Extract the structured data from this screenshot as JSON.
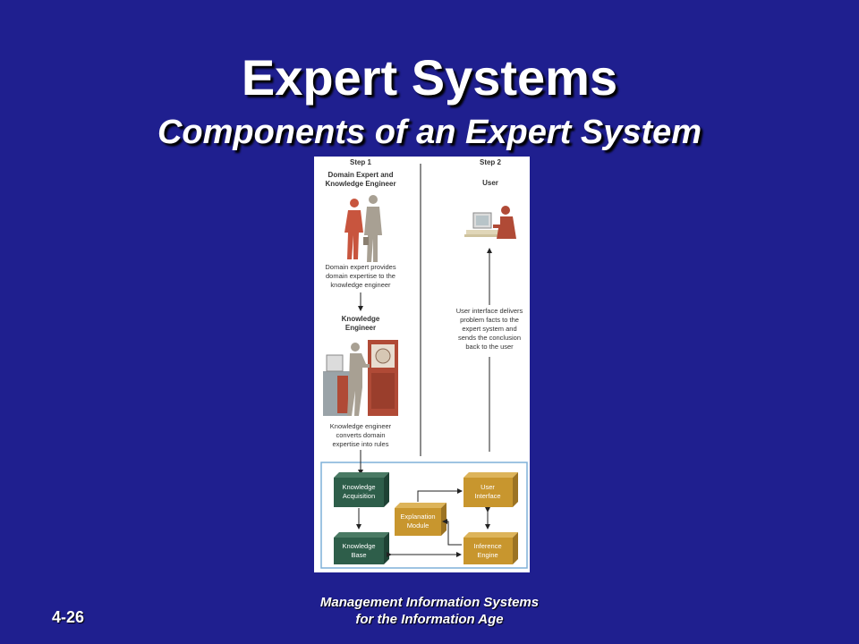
{
  "slide": {
    "title": "Expert Systems",
    "subtitle": "Components of an Expert System",
    "page_number": "4-26",
    "footer_line1": "Management Information Systems",
    "footer_line2": "for the Information Age"
  },
  "diagram": {
    "step1": {
      "label": "Step 1",
      "heading_line1": "Domain Expert and",
      "heading_line2": "Knowledge Engineer",
      "caption_line1": "Domain expert provides",
      "caption_line2": "domain expertise to the",
      "caption_line3": "knowledge engineer",
      "engineer_line1": "Knowledge",
      "engineer_line2": "Engineer",
      "rules_line1": "Knowledge engineer",
      "rules_line2": "converts domain",
      "rules_line3": "expertise into rules"
    },
    "step2": {
      "label": "Step 2",
      "heading": "User",
      "caption_line1": "User interface delivers",
      "caption_line2": "problem facts to the",
      "caption_line3": "expert system and",
      "caption_line4": "sends the conclusion",
      "caption_line5": "back to the user"
    },
    "components": {
      "knowledge_acquisition_line1": "Knowledge",
      "knowledge_acquisition_line2": "Acquisition",
      "knowledge_base_line1": "Knowledge",
      "knowledge_base_line2": "Base",
      "explanation_module_line1": "Explanation",
      "explanation_module_line2": "Module",
      "user_interface_line1": "User",
      "user_interface_line2": "Interface",
      "inference_engine_line1": "Inference",
      "inference_engine_line2": "Engine"
    },
    "colors": {
      "green_box": "#2e5e4a",
      "gold_box": "#c8962e",
      "frame": "#7fb0d8",
      "figure_red": "#c8553e",
      "figure_gray": "#a8a093"
    }
  }
}
